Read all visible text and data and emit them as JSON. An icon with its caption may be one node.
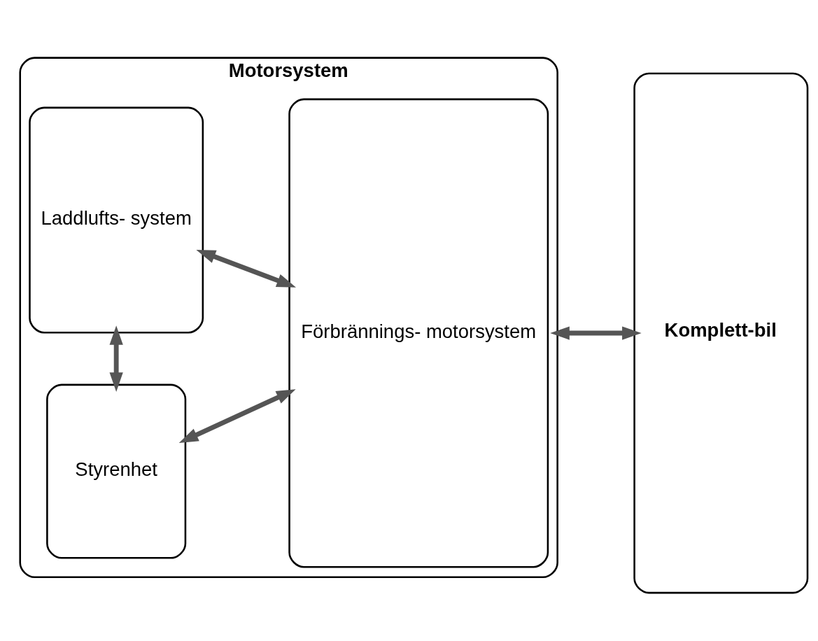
{
  "diagram": {
    "nodes": [
      {
        "text": [
          "Motorsystem"
        ]
      },
      {
        "text": [
          "Laddlufts- system"
        ],
        "in": 0
      },
      {
        "text": [
          "Förbrännings- motorsystem"
        ],
        "in": 0
      },
      {
        "text": [
          "Styrenhet"
        ],
        "in": 0
      },
      {
        "text": [
          "Komplett-bil"
        ]
      }
    ],
    "edges": [
      {
        "from": 1,
        "to": 2,
        "arrow": "both"
      },
      {
        "from": 1,
        "to": 3,
        "arrow": "both"
      },
      {
        "from": 3,
        "to": 2,
        "arrow": "both"
      },
      {
        "from": 0,
        "to": 4,
        "arrow": "both"
      }
    ]
  }
}
